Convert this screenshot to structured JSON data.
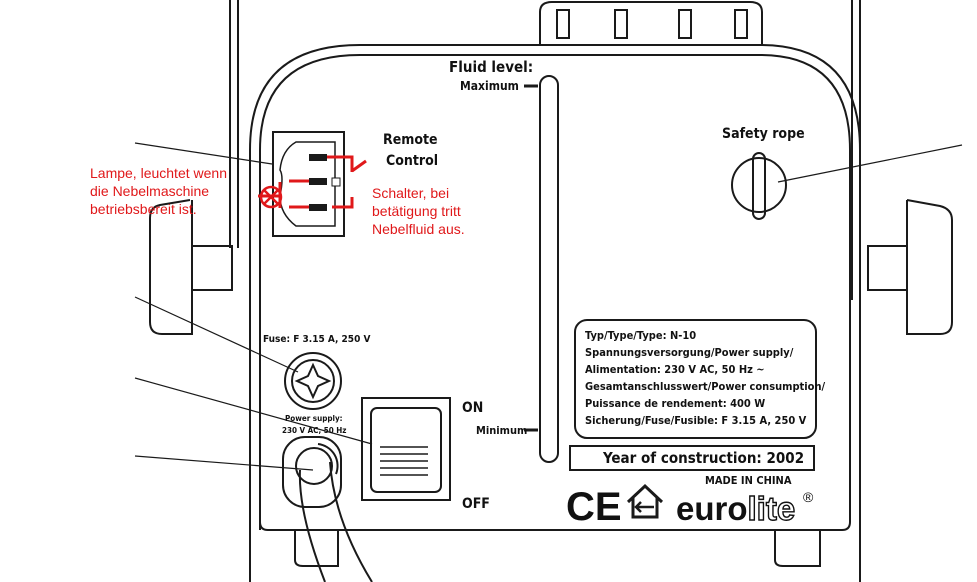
{
  "labels": {
    "fluid_level": "Fluid level:",
    "maximum": "Maximum",
    "minimum": "Minimum",
    "remote_control_line1": "Remote",
    "remote_control_line2": "Control",
    "safety_rope": "Safety rope",
    "fuse": "Fuse: F 3.15 A, 250 V",
    "power_supply_line1": "Power supply:",
    "power_supply_line2": "230 V AC, 50 Hz",
    "on": "ON",
    "off": "OFF",
    "year_of_construction": "Year of construction: 2002",
    "made_in": "MADE IN CHINA",
    "ce_mark": "CE",
    "brand_euro": "euro",
    "brand_lite": "lite",
    "registered": "®"
  },
  "spec_plate": {
    "lines": [
      "Typ/Type/Type: N-10",
      "Spannungsversorgung/Power supply/",
      "Alimentation: 230 V AC, 50 Hz ~",
      "Gesamtanschlusswert/Power consumption/",
      "Puissance de rendement: 400 W",
      "Sicherung/Fuse/Fusible: F 3.15 A, 250 V"
    ]
  },
  "annotations": {
    "lamp_note": "Lampe, leuchtet wenn\ndie Nebelmaschine\nbetriebsbereit ist.",
    "switch_note": "Schalter, bei\nbetätigung tritt\nNebelfluid aus."
  },
  "colors": {
    "line": "#1a1a1a",
    "annotation": "#e0181a",
    "background": "#ffffff"
  }
}
